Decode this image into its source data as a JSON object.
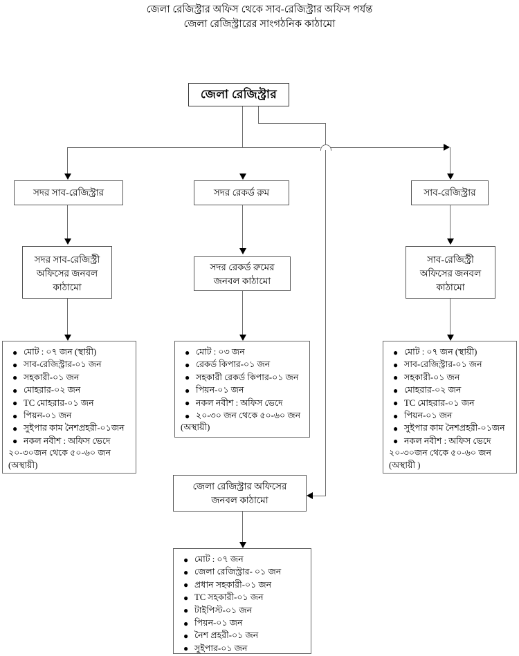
{
  "title": {
    "line1": "জেলা রেজিস্ট্রার অফিস থেকে সাব-রেজিস্ট্রার অফিস পর্যন্ত",
    "line2": "জেলা রেজিস্ট্রারের সাংগঠনিক কাঠামো"
  },
  "nodes": {
    "root": "জেলা রেজিস্ট্রার",
    "level2": [
      {
        "label": "সদর সাব-রেজিস্ট্রার"
      },
      {
        "label": "সদর রেকর্ড রুম"
      },
      {
        "label": "সাব-রেজিস্ট্রার"
      }
    ],
    "level3": [
      {
        "line1": "সদর সাব-রেজিস্ট্রী",
        "line2": "অফিসের জনবল",
        "line3": "কাঠামো"
      },
      {
        "line1": "সদর রেকর্ড রুমের",
        "line2": "জনবল কাঠামো",
        "line3": ""
      },
      {
        "line1": "সাব-রেজিস্ট্রী",
        "line2": "অফিসের জনবল",
        "line3": "কাঠামো"
      }
    ],
    "dr_office": {
      "line1": "জেলা রেজিস্ট্রার অফিসের",
      "line2": "জনবল কাঠামো"
    }
  },
  "lists": {
    "sadar_sub_registry": [
      {
        "text": "মোট : ০৭ জন (স্থায়ী)",
        "cont": ""
      },
      {
        "text": "সাব-রেজিস্ট্রার-০১ জন",
        "cont": ""
      },
      {
        "text": "সহকারী-০১ জন",
        "cont": ""
      },
      {
        "text": "মোহরার-০২ জন",
        "cont": ""
      },
      {
        "text": "TC মোহরার-০১ জন",
        "cont": ""
      },
      {
        "text": "পিয়ন-০১ জন",
        "cont": ""
      },
      {
        "text": "সুইপার কাম নৈশপ্রহরী-০১জন",
        "cont": ""
      },
      {
        "text": "নকল নবীশ : অফিস ভেদে",
        "cont": "২০-৩০জন থেকে ৫০-৬০ জন\n(অস্থায়ী)"
      }
    ],
    "sadar_record_room": [
      {
        "text": "মোট : ০৩ জন",
        "cont": ""
      },
      {
        "text": "রেকর্ড কিপার-০১ জন",
        "cont": ""
      },
      {
        "text": "সহকারী রেকর্ড কিপার-০১ জন",
        "cont": ""
      },
      {
        "text": "পিয়ন-০১ জন",
        "cont": ""
      },
      {
        "text": "নকল নবীশ : অফিস ভেদে",
        "cont": ""
      },
      {
        "text": "২০-৩০ জন থেকে ৫০-৬০ জন",
        "cont": "(অস্থায়ী)"
      }
    ],
    "sub_registry": [
      {
        "text": "মোট : ০৭ জন (স্থায়ী)",
        "cont": ""
      },
      {
        "text": "সাব-রেজিস্ট্রার-০১ জন",
        "cont": ""
      },
      {
        "text": "সহকারী-০১ জন",
        "cont": ""
      },
      {
        "text": "মোহরার-০২ জন",
        "cont": ""
      },
      {
        "text": "TC মোহরার-০১ জন",
        "cont": ""
      },
      {
        "text": "পিয়ন-০১ জন",
        "cont": ""
      },
      {
        "text": "সুইপার কাম নৈশপ্রহরী-০১জন",
        "cont": ""
      },
      {
        "text": "নকল নবীশ : অফিস ভেদে",
        "cont": "২০-৩০জন থেকে ৫০-৬০ জন\n(অস্থায়ী )"
      }
    ],
    "dr_office_staff": [
      {
        "text": "মোট : ০৭ জন",
        "cont": ""
      },
      {
        "text": "জেলা রেজিস্ট্রার- ০১ জন",
        "cont": ""
      },
      {
        "text": "প্রধান সহকারী-০১ জন",
        "cont": ""
      },
      {
        "text": "TC সহকারী-০১ জন",
        "cont": ""
      },
      {
        "text": "টাইপিস্ট-০১ জন",
        "cont": ""
      },
      {
        "text": "পিয়ন-০১ জন",
        "cont": ""
      },
      {
        "text": "নৈশ প্রহরী-০১ জন",
        "cont": ""
      },
      {
        "text": "সুইপার-০১ জন",
        "cont": ""
      }
    ]
  },
  "bullet": "●",
  "colors": {
    "line": "#6a6a6a",
    "border": "#555555",
    "arrow": "#000000",
    "background": "#ffffff",
    "text": "#000000"
  }
}
